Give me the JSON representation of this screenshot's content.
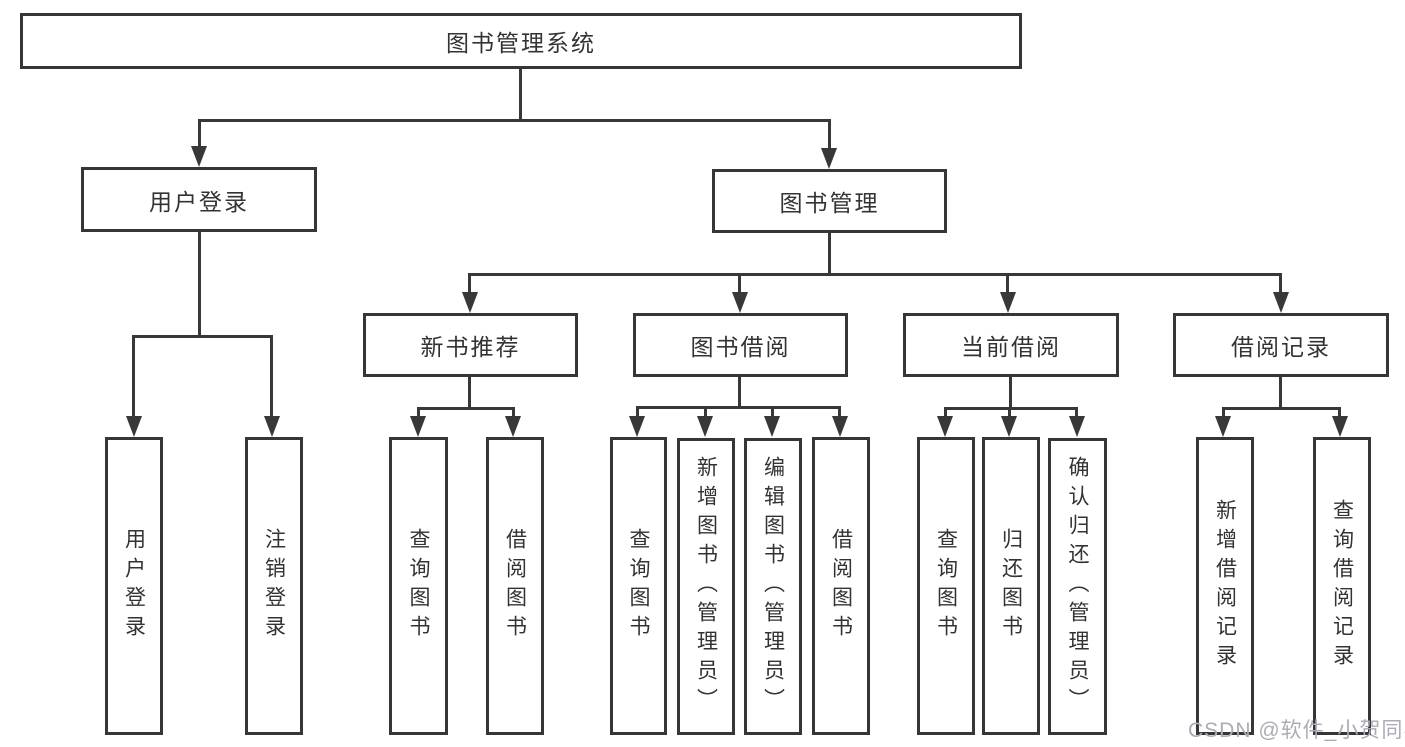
{
  "diagram": {
    "root_label": "图书管理系统",
    "level1": [
      {
        "label": "用户登录",
        "children": [
          "用户登录",
          "注销登录"
        ]
      },
      {
        "label": "图书管理"
      }
    ],
    "level2": [
      {
        "label": "新书推荐",
        "children": [
          "查询图书",
          "借阅图书"
        ]
      },
      {
        "label": "图书借阅",
        "children": [
          "查询图书",
          "新增图书（管理员）",
          "编辑图书（管理员）",
          "借阅图书"
        ]
      },
      {
        "label": "当前借阅",
        "children": [
          "查询图书",
          "归还图书",
          "确认归还（管理员）"
        ]
      },
      {
        "label": "借阅记录",
        "children": [
          "新增借阅记录",
          "查询借阅记录"
        ]
      }
    ],
    "watermark": "CSDN @软件_小贺同学",
    "colors": {
      "line": "#383838",
      "border": "#363636",
      "text": "#333333",
      "watermark": "#abacb8",
      "background": "#ffffff"
    }
  }
}
